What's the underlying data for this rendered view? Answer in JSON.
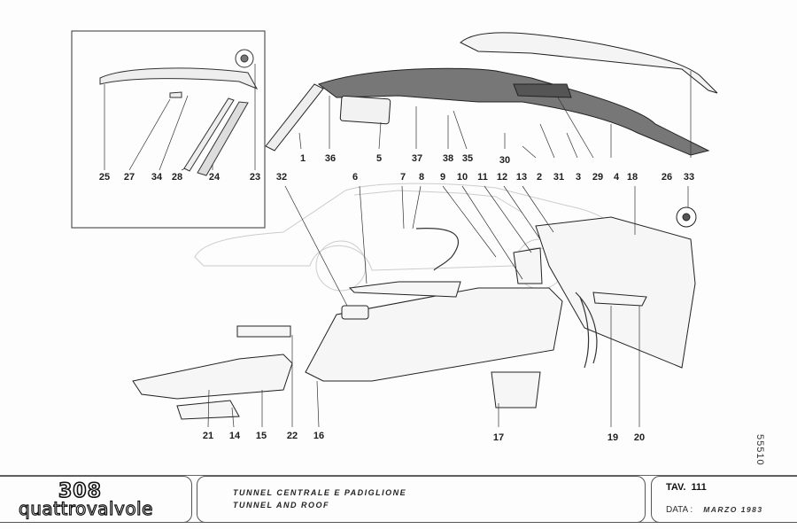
{
  "sheet": {
    "drawing_number": "55510",
    "logo": {
      "model": "308",
      "variant": "quattrovalvole"
    },
    "title_it": "TUNNEL CENTRALE E PADIGLIONE",
    "title_en": "TUNNEL AND ROOF",
    "table_label": "TAV.",
    "table_number": "111",
    "date_label": "DATA :",
    "date_value": "MARZO 1983"
  },
  "part_labels": [
    {
      "id": "1",
      "text": "1"
    },
    {
      "id": "36",
      "text": "36"
    },
    {
      "id": "5",
      "text": "5"
    },
    {
      "id": "37",
      "text": "37"
    },
    {
      "id": "38",
      "text": "38"
    },
    {
      "id": "35",
      "text": "35"
    },
    {
      "id": "30",
      "text": "30"
    },
    {
      "id": "2",
      "text": "2"
    },
    {
      "id": "31",
      "text": "31"
    },
    {
      "id": "3",
      "text": "3"
    },
    {
      "id": "29",
      "text": "29"
    },
    {
      "id": "4",
      "text": "4"
    },
    {
      "id": "18",
      "text": "18"
    },
    {
      "id": "26",
      "text": "26"
    },
    {
      "id": "33",
      "text": "33"
    },
    {
      "id": "25",
      "text": "25"
    },
    {
      "id": "27",
      "text": "27"
    },
    {
      "id": "34",
      "text": "34"
    },
    {
      "id": "28",
      "text": "28"
    },
    {
      "id": "24",
      "text": "24"
    },
    {
      "id": "23",
      "text": "23"
    },
    {
      "id": "32",
      "text": "32"
    },
    {
      "id": "6",
      "text": "6"
    },
    {
      "id": "7",
      "text": "7"
    },
    {
      "id": "8",
      "text": "8"
    },
    {
      "id": "9",
      "text": "9"
    },
    {
      "id": "10",
      "text": "10"
    },
    {
      "id": "11",
      "text": "11"
    },
    {
      "id": "12",
      "text": "12"
    },
    {
      "id": "13",
      "text": "13"
    },
    {
      "id": "21",
      "text": "21"
    },
    {
      "id": "14",
      "text": "14"
    },
    {
      "id": "15",
      "text": "15"
    },
    {
      "id": "22",
      "text": "22"
    },
    {
      "id": "16",
      "text": "16"
    },
    {
      "id": "17",
      "text": "17"
    },
    {
      "id": "19",
      "text": "19"
    },
    {
      "id": "20",
      "text": "20"
    }
  ]
}
